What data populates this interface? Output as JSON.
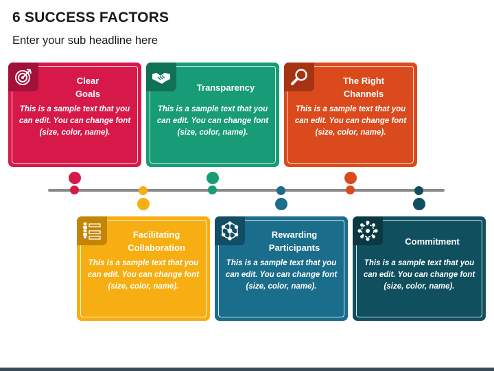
{
  "title": "6 SUCCESS FACTORS",
  "subtitle": "Enter your sub headline here",
  "factors": [
    {
      "name": "Clear\nGoals",
      "text": "This is a sample text that you can edit. You can change font (size, color, name).",
      "color": "#d7194a",
      "tab_color": "#a3113a",
      "icon": "target-icon"
    },
    {
      "name": "Transparency",
      "text": "This is a sample text that you can edit. You can change font (size, color, name).",
      "color": "#179c77",
      "tab_color": "#0f7156",
      "icon": "handshake-icon"
    },
    {
      "name": "The Right\nChannels",
      "text": "This is a sample text that you can edit. You can change font (size, color, name).",
      "color": "#da4a1c",
      "tab_color": "#a63412",
      "icon": "magnifier-icon"
    },
    {
      "name": "Facilitating\nCollaboration",
      "text": "This is a sample text that you can edit. You can change font (size, color, name).",
      "color": "#f7ae12",
      "tab_color": "#c48506",
      "icon": "checklist-people-icon"
    },
    {
      "name": "Rewarding\nParticipants",
      "text": "This is a sample text that you can edit. You can change font (size, color, name).",
      "color": "#1a6d8b",
      "tab_color": "#114d64",
      "icon": "network-icon"
    },
    {
      "name": "Commitment",
      "text": "This is a sample text that you can edit. You can change font (size, color, name).",
      "color": "#0f4f5e",
      "tab_color": "#0a3843",
      "icon": "team-circle-icon"
    }
  ]
}
